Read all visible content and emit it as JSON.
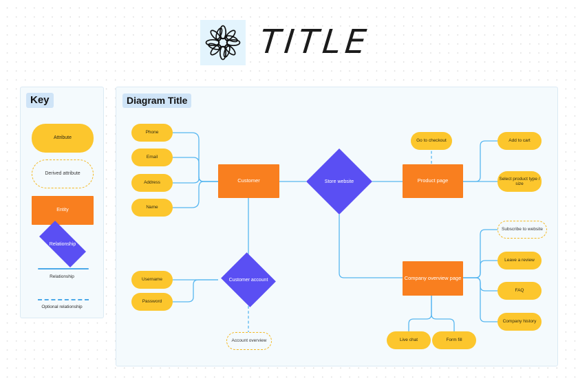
{
  "header": {
    "title": "TITLE",
    "logo_icon": "flower-doodle-icon"
  },
  "key_panel": {
    "tag": "Key",
    "items": [
      {
        "label": "Attribute",
        "shape": "rounded-rect",
        "style": "solid-yellow"
      },
      {
        "label": "Derived attribute",
        "shape": "rounded-rect",
        "style": "dashed-yellow"
      },
      {
        "label": "Entity",
        "shape": "rect",
        "style": "solid-orange"
      },
      {
        "label": "Relationship",
        "shape": "diamond",
        "style": "solid-blue"
      },
      {
        "label": "Relationship",
        "shape": "line",
        "style": "solid-blue-line"
      },
      {
        "label": "Optional relationship",
        "shape": "line",
        "style": "dashed-blue-line"
      }
    ]
  },
  "diagram": {
    "tag": "Diagram Title",
    "nodes": {
      "phone": "Phone",
      "email": "Email",
      "address": "Address",
      "name": "Name",
      "customer": "Customer",
      "store_website": "Store website",
      "product_page": "Product page",
      "go_to_checkout": "Go to checkout",
      "add_to_cart": "Add to cart",
      "select_product": "Select product type / size",
      "username": "Username",
      "password": "Password",
      "customer_account": "Customer account",
      "account_overview": "Account overview",
      "company_overview": "Company overview page",
      "subscribe": "Subscribe to website",
      "leave_review": "Leave a review",
      "faq": "FAQ",
      "company_history": "Company history",
      "live_chat": "Live chat",
      "form_fill": "Form fill"
    }
  },
  "colors": {
    "attribute_yellow": "#fcc62d",
    "entity_orange": "#f97f1f",
    "relationship_blue": "#5a4ff3",
    "connector_blue": "#56b6f0",
    "panel_background": "#f4fafd",
    "tag_background": "#cfe4f7"
  }
}
